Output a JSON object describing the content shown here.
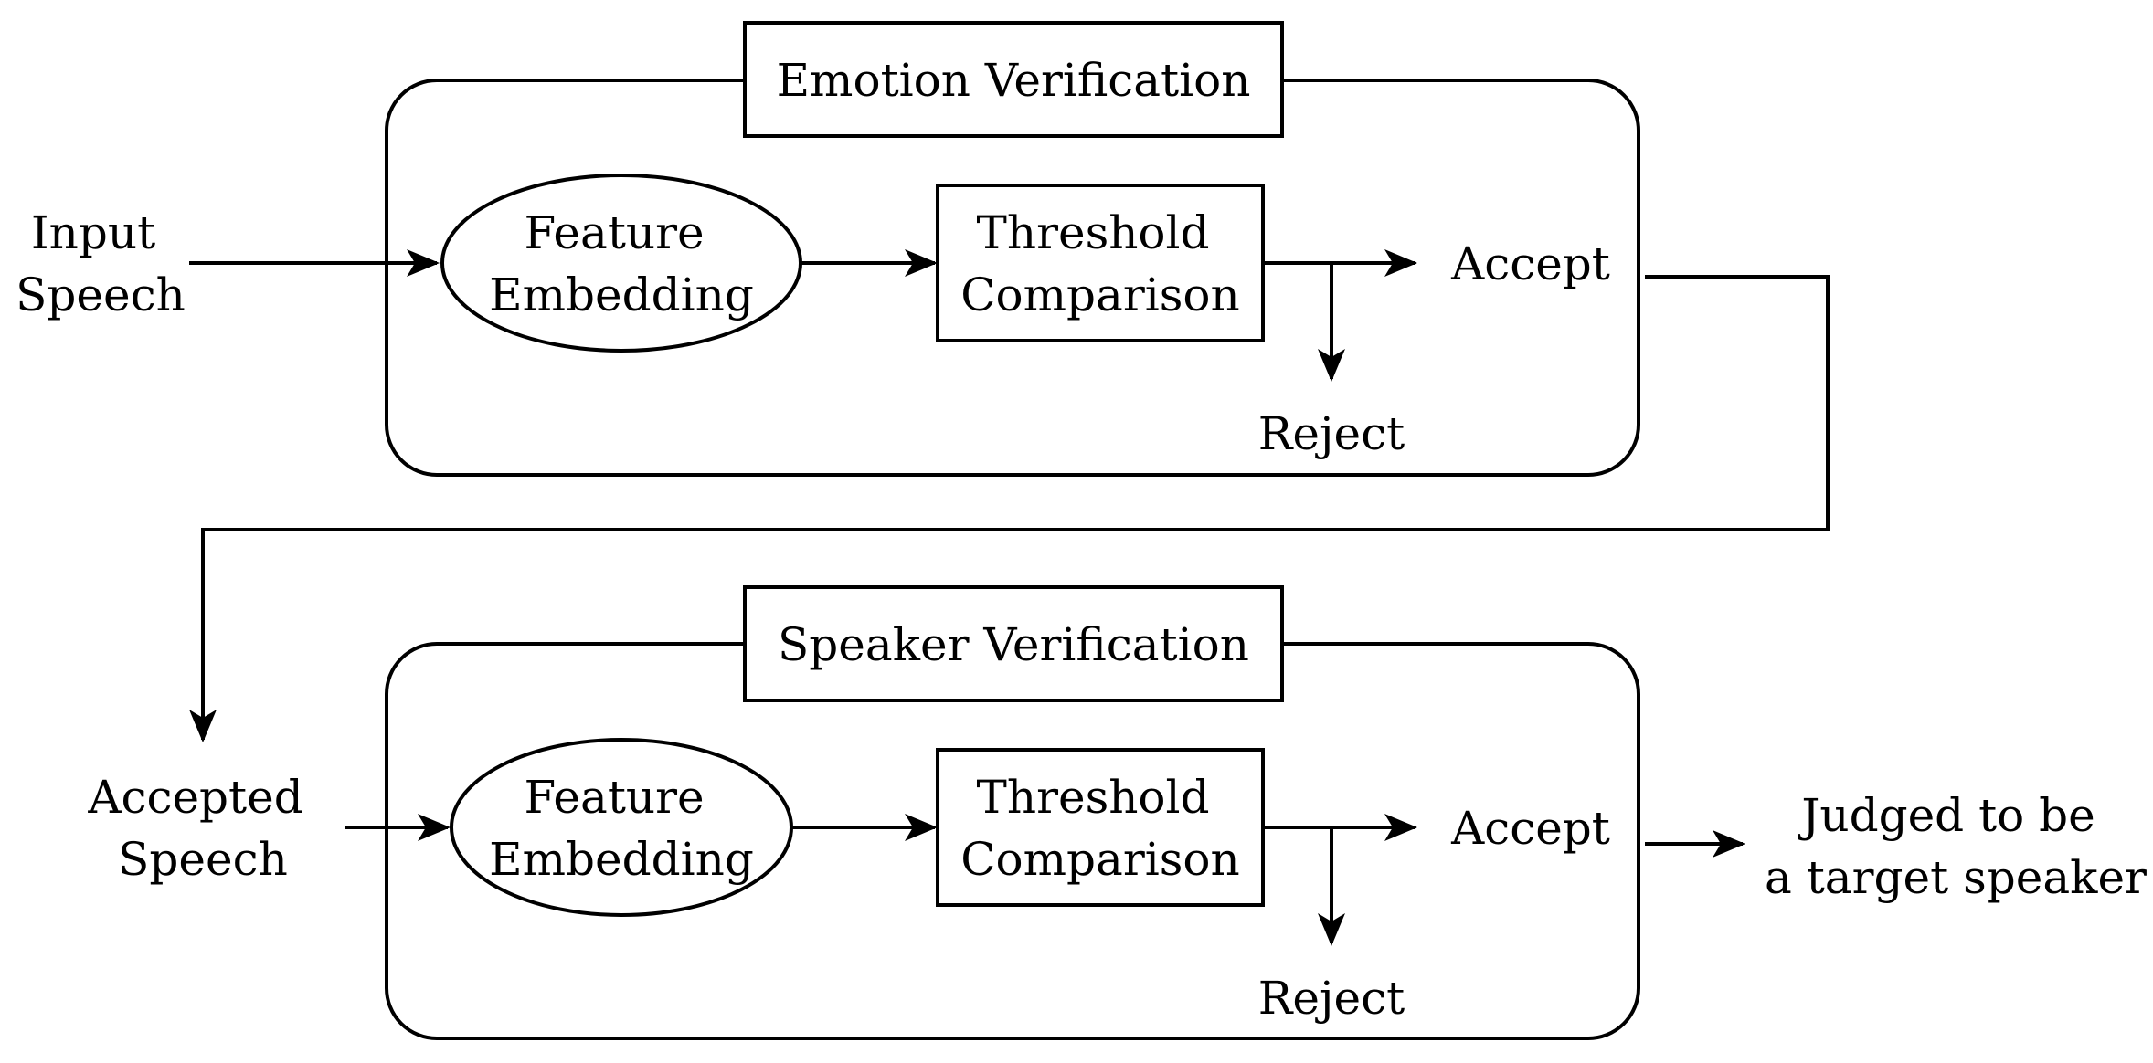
{
  "input_label": [
    "Input",
    "Speech"
  ],
  "accepted_speech_label": [
    "Accepted",
    "Speech"
  ],
  "emotion_stage": {
    "title": "Emotion Verification",
    "feature_embedding": [
      "Feature",
      "Embedding"
    ],
    "threshold_comparison": [
      "Threshold",
      "Comparison"
    ],
    "accept": "Accept",
    "reject": "Reject"
  },
  "speaker_stage": {
    "title": "Speaker Verification",
    "feature_embedding": [
      "Feature",
      "Embedding"
    ],
    "threshold_comparison": [
      "Threshold",
      "Comparison"
    ],
    "accept": "Accept",
    "reject": "Reject"
  },
  "output_label": [
    "Judged to be",
    "a target speaker"
  ]
}
